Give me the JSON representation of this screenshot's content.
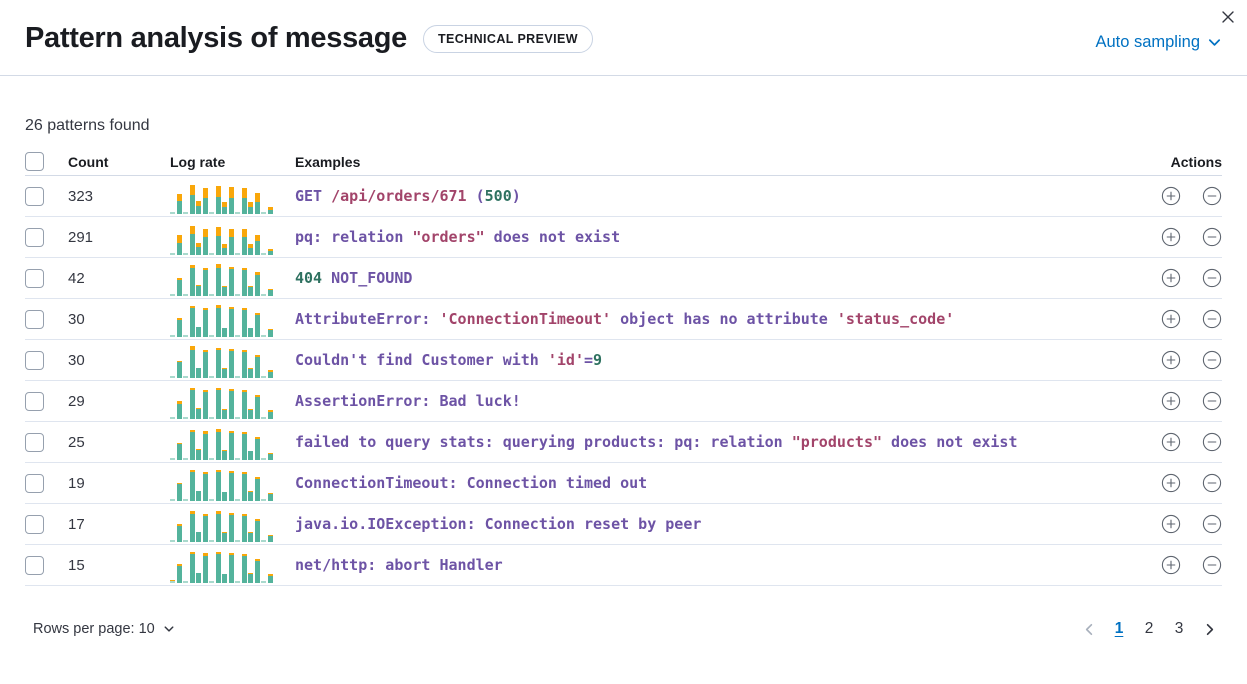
{
  "colors": {
    "accent": "#0071c2",
    "bar_green": "#54b39c",
    "bar_orange": "#f9a70a",
    "syntax_purple": "#6d53a5",
    "syntax_crimson": "#a2446a",
    "syntax_green": "#2e7160"
  },
  "header": {
    "title": "Pattern analysis of message",
    "badge": "TECHNICAL PREVIEW",
    "sampling_label": "Auto sampling"
  },
  "summary": "26 patterns found",
  "table": {
    "columns": {
      "count": "Count",
      "log_rate": "Log rate",
      "examples": "Examples",
      "actions": "Actions"
    },
    "rows": [
      {
        "count": "323",
        "bars": [
          [
            2,
            0
          ],
          [
            13,
            7
          ],
          [
            2,
            0
          ],
          [
            19,
            10
          ],
          [
            8,
            5
          ],
          [
            16,
            10
          ],
          [
            2,
            0
          ],
          [
            17,
            11
          ],
          [
            7,
            5
          ],
          [
            16,
            11
          ],
          [
            2,
            0
          ],
          [
            16,
            10
          ],
          [
            7,
            5
          ],
          [
            12,
            9
          ],
          [
            2,
            0
          ],
          [
            4,
            3
          ]
        ],
        "example": [
          {
            "t": "GET ",
            "c": "p"
          },
          {
            "t": "/api/orders/671",
            "c": "c"
          },
          {
            "t": " (",
            "c": "p"
          },
          {
            "t": "500",
            "c": "g"
          },
          {
            "t": ")",
            "c": "p"
          }
        ]
      },
      {
        "count": "291",
        "bars": [
          [
            2,
            0
          ],
          [
            12,
            8
          ],
          [
            2,
            0
          ],
          [
            21,
            8
          ],
          [
            8,
            4
          ],
          [
            18,
            8
          ],
          [
            2,
            0
          ],
          [
            19,
            9
          ],
          [
            7,
            4
          ],
          [
            18,
            8
          ],
          [
            2,
            0
          ],
          [
            18,
            8
          ],
          [
            7,
            4
          ],
          [
            14,
            6
          ],
          [
            2,
            0
          ],
          [
            4,
            2
          ]
        ],
        "example": [
          {
            "t": "pq: relation ",
            "c": "p"
          },
          {
            "t": "\"orders\"",
            "c": "c"
          },
          {
            "t": " does not exist",
            "c": "p"
          }
        ]
      },
      {
        "count": "42",
        "bars": [
          [
            2,
            0
          ],
          [
            16,
            2
          ],
          [
            2,
            0
          ],
          [
            28,
            3
          ],
          [
            10,
            1
          ],
          [
            26,
            2
          ],
          [
            2,
            0
          ],
          [
            28,
            4
          ],
          [
            9,
            1
          ],
          [
            27,
            2
          ],
          [
            2,
            0
          ],
          [
            26,
            2
          ],
          [
            9,
            1
          ],
          [
            21,
            3
          ],
          [
            2,
            0
          ],
          [
            6,
            1
          ]
        ],
        "example": [
          {
            "t": "404",
            "c": "g"
          },
          {
            "t": " NOT_FOUND",
            "c": "p"
          }
        ]
      },
      {
        "count": "30",
        "bars": [
          [
            2,
            0
          ],
          [
            17,
            2
          ],
          [
            2,
            0
          ],
          [
            29,
            2
          ],
          [
            10,
            0
          ],
          [
            27,
            2
          ],
          [
            2,
            0
          ],
          [
            29,
            3
          ],
          [
            9,
            0
          ],
          [
            28,
            2
          ],
          [
            2,
            0
          ],
          [
            27,
            2
          ],
          [
            9,
            0
          ],
          [
            22,
            2
          ],
          [
            2,
            0
          ],
          [
            7,
            1
          ]
        ],
        "example": [
          {
            "t": "AttributeError: ",
            "c": "p"
          },
          {
            "t": "'ConnectionTimeout'",
            "c": "c"
          },
          {
            "t": " object has no attribute ",
            "c": "p"
          },
          {
            "t": "'status_code'",
            "c": "c"
          }
        ]
      },
      {
        "count": "30",
        "bars": [
          [
            2,
            0
          ],
          [
            16,
            1
          ],
          [
            2,
            0
          ],
          [
            28,
            4
          ],
          [
            10,
            0
          ],
          [
            26,
            2
          ],
          [
            2,
            0
          ],
          [
            28,
            2
          ],
          [
            9,
            1
          ],
          [
            27,
            2
          ],
          [
            2,
            0
          ],
          [
            26,
            2
          ],
          [
            9,
            1
          ],
          [
            21,
            2
          ],
          [
            2,
            0
          ],
          [
            6,
            2
          ]
        ],
        "example": [
          {
            "t": "Couldn't find Customer with ",
            "c": "p"
          },
          {
            "t": "'id'",
            "c": "c"
          },
          {
            "t": "=",
            "c": "p"
          },
          {
            "t": "9",
            "c": "g"
          }
        ]
      },
      {
        "count": "29",
        "bars": [
          [
            2,
            0
          ],
          [
            15,
            3
          ],
          [
            2,
            0
          ],
          [
            29,
            2
          ],
          [
            10,
            1
          ],
          [
            27,
            2
          ],
          [
            2,
            0
          ],
          [
            29,
            2
          ],
          [
            9,
            1
          ],
          [
            28,
            2
          ],
          [
            2,
            0
          ],
          [
            27,
            2
          ],
          [
            9,
            1
          ],
          [
            22,
            2
          ],
          [
            2,
            0
          ],
          [
            7,
            2
          ]
        ],
        "example": [
          {
            "t": "AssertionError: Bad luck!",
            "c": "p"
          }
        ]
      },
      {
        "count": "25",
        "bars": [
          [
            2,
            0
          ],
          [
            16,
            1
          ],
          [
            2,
            0
          ],
          [
            28,
            2
          ],
          [
            10,
            1
          ],
          [
            26,
            3
          ],
          [
            2,
            0
          ],
          [
            28,
            3
          ],
          [
            9,
            1
          ],
          [
            27,
            2
          ],
          [
            2,
            0
          ],
          [
            26,
            2
          ],
          [
            9,
            0
          ],
          [
            21,
            2
          ],
          [
            2,
            0
          ],
          [
            6,
            1
          ]
        ],
        "example": [
          {
            "t": "failed to query stats: querying products: pq: relation ",
            "c": "p"
          },
          {
            "t": "\"products\"",
            "c": "c"
          },
          {
            "t": " does not exist",
            "c": "p"
          }
        ]
      },
      {
        "count": "19",
        "bars": [
          [
            2,
            0
          ],
          [
            17,
            1
          ],
          [
            2,
            0
          ],
          [
            29,
            2
          ],
          [
            10,
            0
          ],
          [
            27,
            2
          ],
          [
            2,
            0
          ],
          [
            29,
            2
          ],
          [
            9,
            0
          ],
          [
            28,
            2
          ],
          [
            2,
            0
          ],
          [
            27,
            2
          ],
          [
            9,
            1
          ],
          [
            22,
            2
          ],
          [
            2,
            0
          ],
          [
            7,
            1
          ]
        ],
        "example": [
          {
            "t": "ConnectionTimeout: Connection timed out",
            "c": "p"
          }
        ]
      },
      {
        "count": "17",
        "bars": [
          [
            2,
            0
          ],
          [
            16,
            2
          ],
          [
            2,
            0
          ],
          [
            28,
            3
          ],
          [
            10,
            0
          ],
          [
            26,
            2
          ],
          [
            2,
            0
          ],
          [
            28,
            3
          ],
          [
            9,
            1
          ],
          [
            27,
            2
          ],
          [
            2,
            0
          ],
          [
            26,
            2
          ],
          [
            9,
            1
          ],
          [
            21,
            2
          ],
          [
            2,
            0
          ],
          [
            6,
            1
          ]
        ],
        "example": [
          {
            "t": "java.io.IOException: Connection reset by peer",
            "c": "p"
          }
        ]
      },
      {
        "count": "15",
        "bars": [
          [
            2,
            1
          ],
          [
            17,
            2
          ],
          [
            2,
            0
          ],
          [
            29,
            2
          ],
          [
            10,
            0
          ],
          [
            27,
            3
          ],
          [
            2,
            0
          ],
          [
            29,
            2
          ],
          [
            9,
            0
          ],
          [
            28,
            2
          ],
          [
            2,
            0
          ],
          [
            27,
            2
          ],
          [
            9,
            1
          ],
          [
            22,
            2
          ],
          [
            2,
            0
          ],
          [
            7,
            2
          ]
        ],
        "example": [
          {
            "t": "net/http: abort Handler",
            "c": "p"
          }
        ]
      }
    ]
  },
  "footer": {
    "rows_per_page": "Rows per page: 10",
    "pages": [
      "1",
      "2",
      "3"
    ],
    "active_page": "1"
  }
}
